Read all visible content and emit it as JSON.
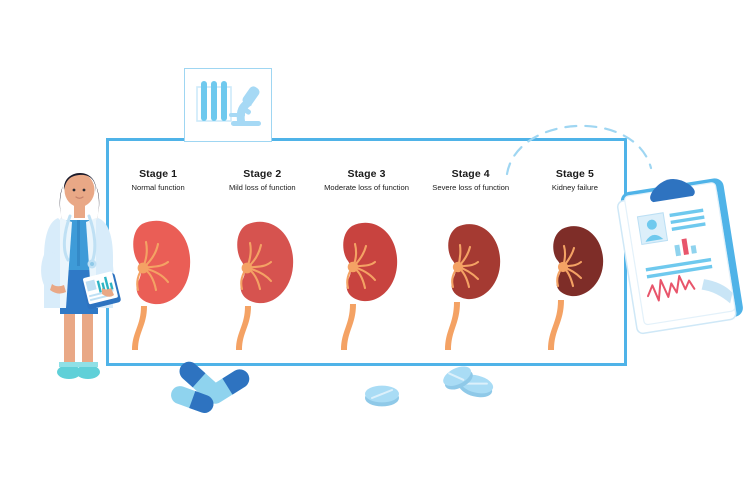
{
  "figure": {
    "frame_border_color": "#4FB3E8",
    "background": "#ffffff",
    "arc_color": "#9FD6F2"
  },
  "badge": {
    "icon": "microscope-and-test-tubes-icon",
    "border_color": "#9FD6F2",
    "tube_color": "#6FC9EE",
    "scope_color": "#A6D9F5"
  },
  "stages": [
    {
      "title": "Stage 1",
      "subtitle": "Normal function",
      "kidney_color": "#EA5E56",
      "vessel_color": "#F4A264",
      "scale": 1.0
    },
    {
      "title": "Stage 2",
      "subtitle": "Mild loss of function",
      "kidney_color": "#D6534F",
      "vessel_color": "#F4A264",
      "scale": 0.98
    },
    {
      "title": "Stage 3",
      "subtitle": "Moderate loss of function",
      "kidney_color": "#C9454380",
      "kidney_solid": "#C8433F",
      "vessel_color": "#F4A264",
      "scale": 0.96
    },
    {
      "title": "Stage 4",
      "subtitle": "Severe loss of function",
      "kidney_color": "#A53A32",
      "vessel_color": "#F4A264",
      "scale": 0.94
    },
    {
      "title": "Stage 5",
      "subtitle": "Kidney failure",
      "kidney_color": "#7E2D28",
      "vessel_color": "#F4A264",
      "scale": 0.9
    }
  ],
  "doctor": {
    "name": "female-doctor-illustration",
    "coat_color": "#D8ECFA",
    "shirt_color": "#3E9BD8",
    "dress_color": "#2F79C6",
    "hair_color": "#1B1B2B",
    "skin_color": "#E9A886",
    "shoe_color": "#5FD0D8",
    "stethoscope_color": "#BFE0F4"
  },
  "clipboard": {
    "name": "patient-chart-clipboard",
    "board_color": "#4FB3E8",
    "clip_color": "#2E73C0",
    "paper_color": "#FFFFFF",
    "avatar_color": "#6FC9EE",
    "ecg_color": "#E8556B",
    "bar_color": "#E8556B"
  },
  "pills": [
    {
      "name": "capsule-left-1",
      "type": "capsule",
      "color_a": "#2E73C0",
      "color_b": "#8FD3EE"
    },
    {
      "name": "capsule-left-2",
      "type": "capsule",
      "color_a": "#8FD3EE",
      "color_b": "#2E73C0"
    },
    {
      "name": "capsule-left-3",
      "type": "capsule",
      "color_a": "#2E73C0",
      "color_b": "#8FD3EE"
    },
    {
      "name": "tablet-center",
      "type": "tablet",
      "color_a": "#A9DCF5",
      "color_b": "#CDEAFA"
    },
    {
      "name": "tablet-right-1",
      "type": "tablet",
      "color_a": "#A9DCF5",
      "color_b": "#CDEAFA"
    },
    {
      "name": "tablet-right-2",
      "type": "tablet",
      "color_a": "#A9DCF5",
      "color_b": "#CDEAFA"
    }
  ]
}
